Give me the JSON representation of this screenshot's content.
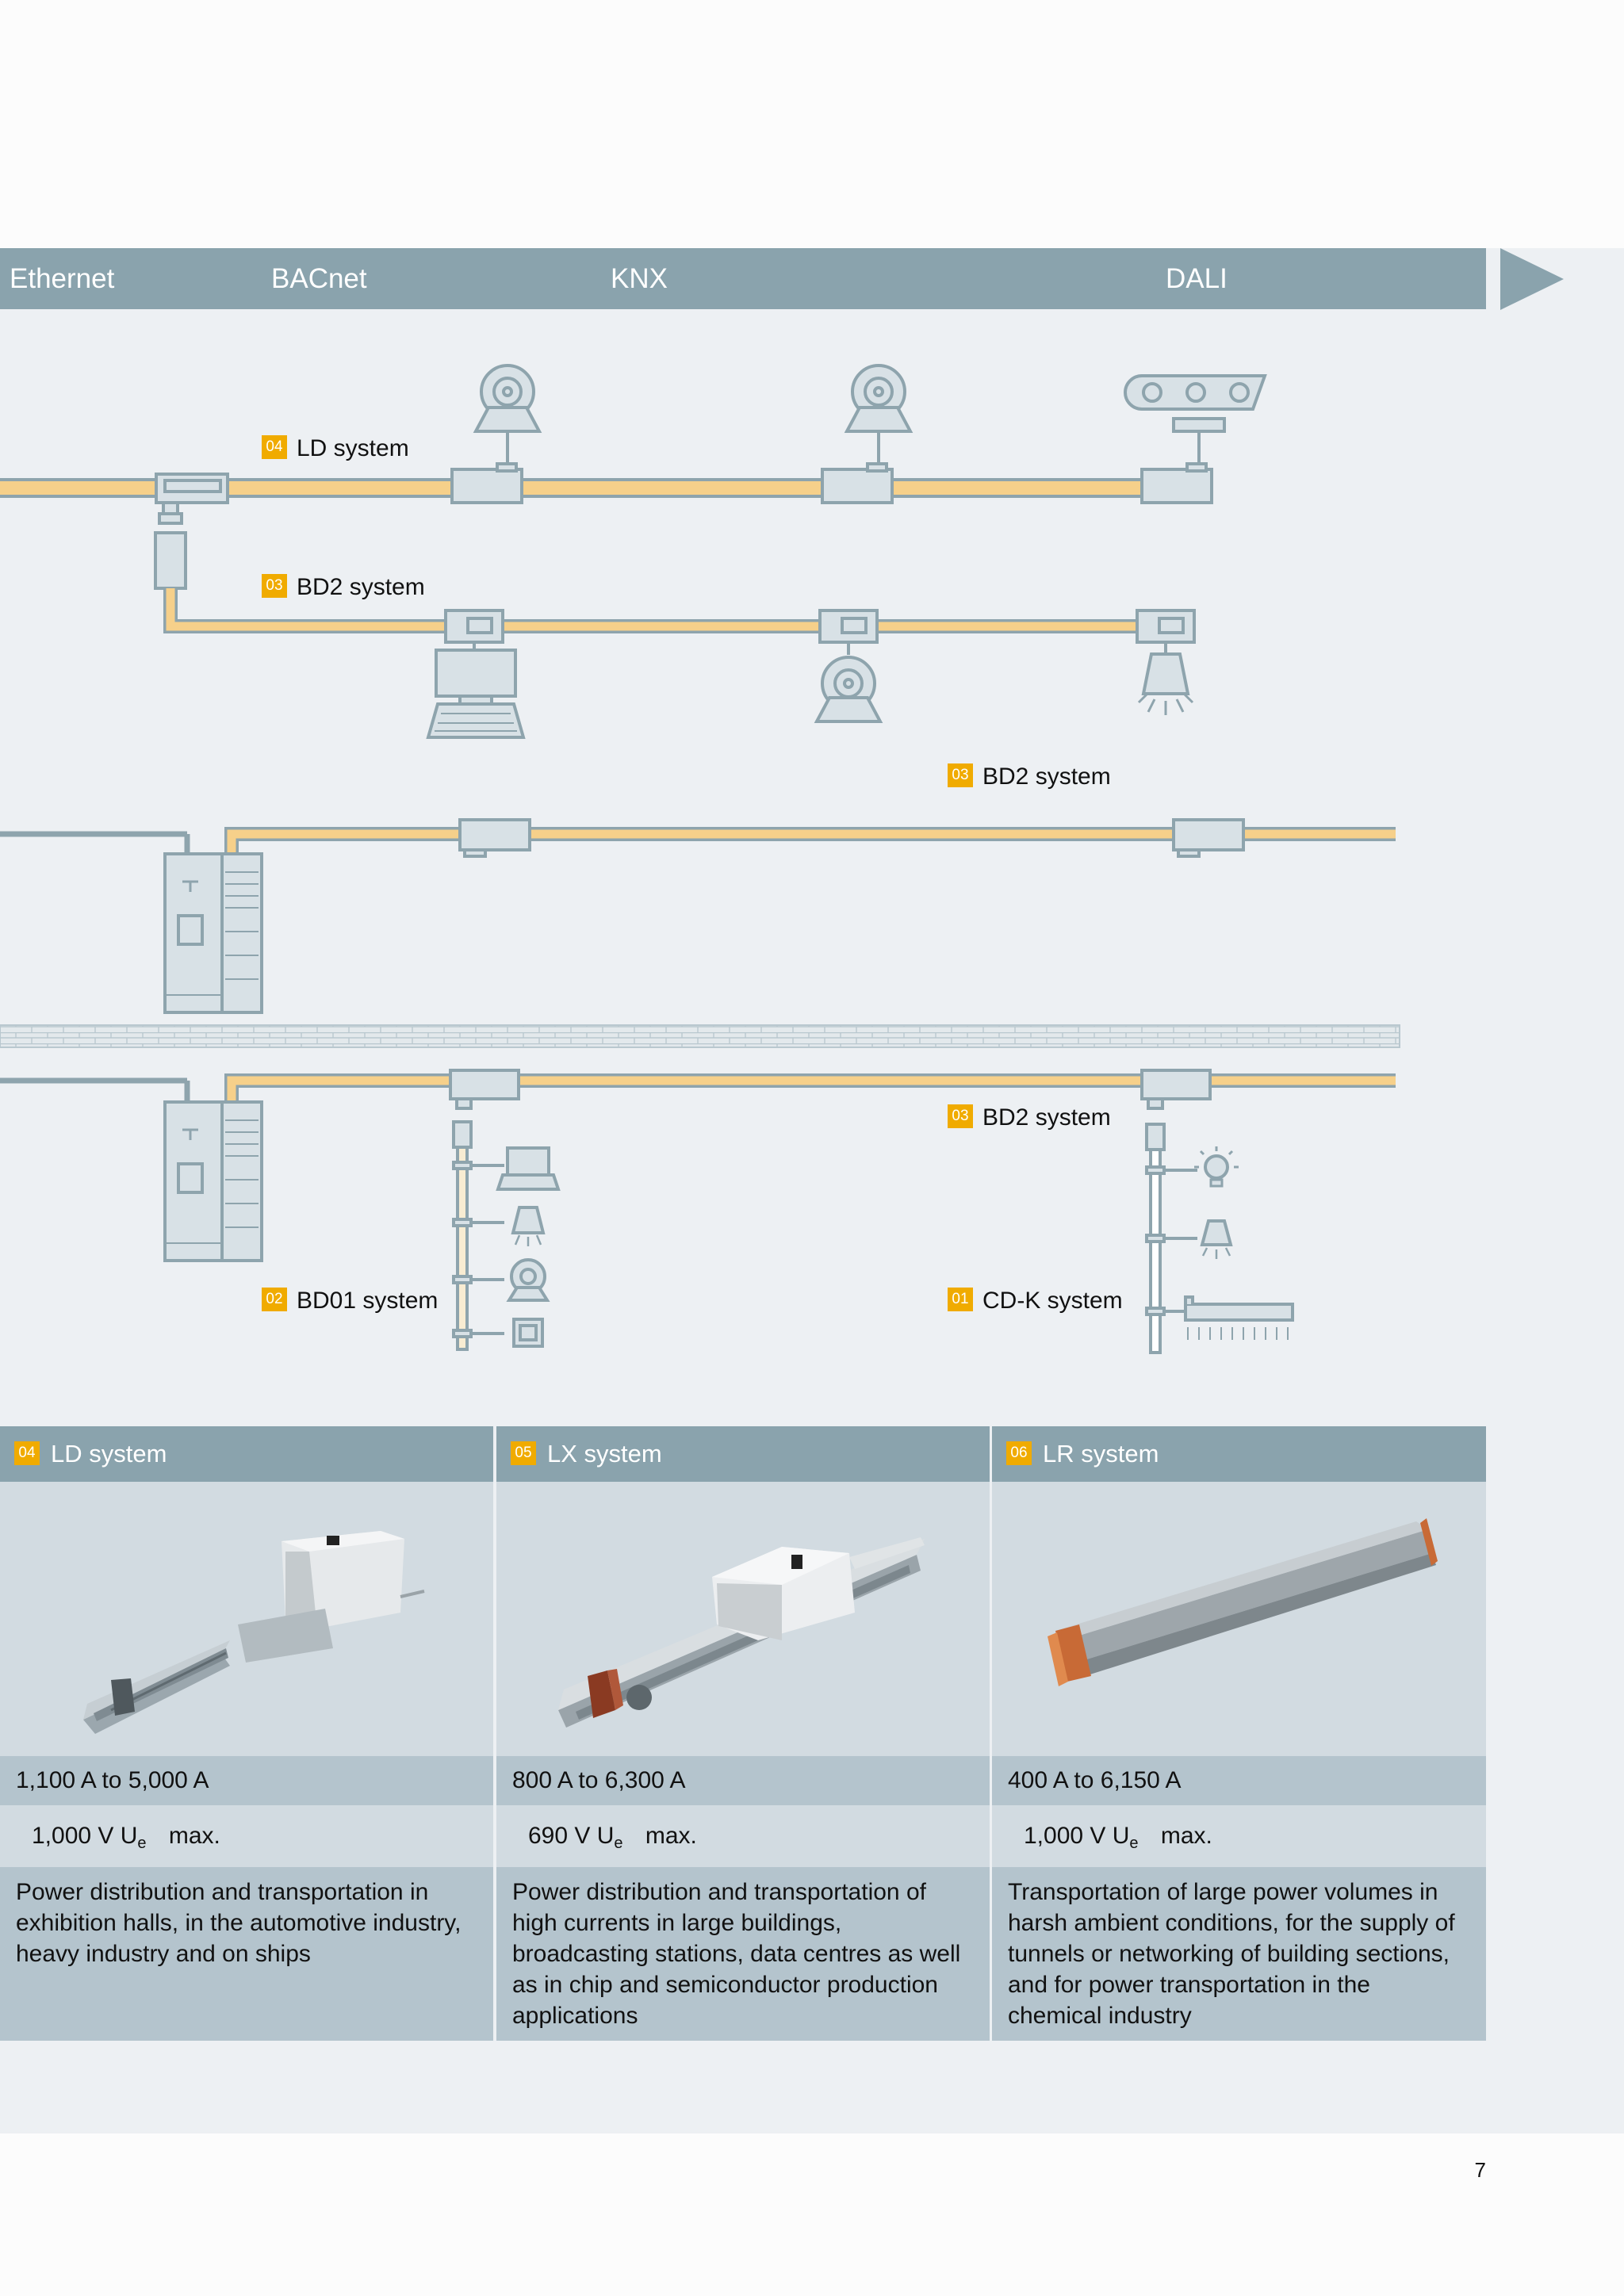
{
  "protocols": [
    "Ethernet",
    "BACnet",
    "KNX",
    "DALI"
  ],
  "diagram": {
    "labels": [
      {
        "badge": "04",
        "text": "LD system"
      },
      {
        "badge": "03",
        "text": "BD2 system"
      },
      {
        "badge": "03",
        "text": "BD2 system"
      },
      {
        "badge": "03",
        "text": "BD2 system"
      },
      {
        "badge": "02",
        "text": "BD01 system"
      },
      {
        "badge": "01",
        "text": "CD-K system"
      }
    ]
  },
  "table": {
    "columns": [
      {
        "badge": "04",
        "name": "LD system",
        "current": "1,100 A to 5,000 A",
        "voltage": "1,000 V U",
        "voltage_sub": "e",
        "voltage_suffix": " max.",
        "application": "Power distribution and transportation in exhibition halls, in the automotive industry, heavy industry and on ships"
      },
      {
        "badge": "05",
        "name": "LX system",
        "current": "800 A to 6,300 A",
        "voltage": "690 V U",
        "voltage_sub": "e",
        "voltage_suffix": " max.",
        "application": "Power distribution and transportation of high currents in large buildings, broadcasting stations, data centres as well as in chip and semiconductor production applications"
      },
      {
        "badge": "06",
        "name": "LR system",
        "current": "400 A to 6,150 A",
        "voltage": "1,000 V U",
        "voltage_sub": "e",
        "voltage_suffix": " max.",
        "application": "Transportation of large power volumes in harsh ambient conditions, for the supply of tunnels or networking of building sections, and for power trans­portation in the chemical industry"
      }
    ]
  },
  "page_number": "7",
  "colors": {
    "band": "#8aa3ad",
    "panel": "#edf0f3",
    "busbar": "#f6d08a",
    "equipment": "#8ea4ad",
    "badge": "#f0ab00"
  }
}
